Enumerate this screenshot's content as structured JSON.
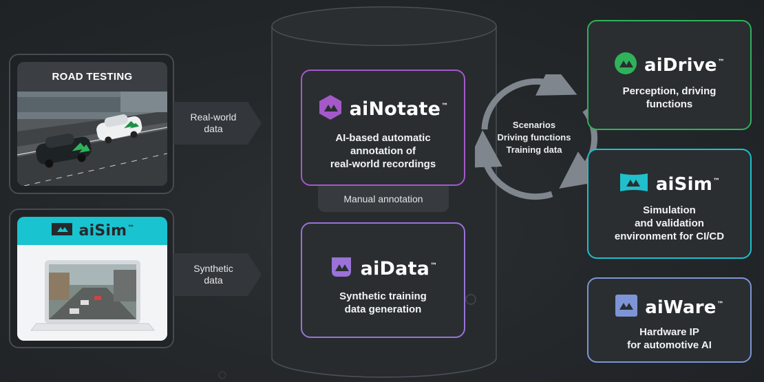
{
  "road_testing": {
    "title": "ROAD TESTING"
  },
  "aisim_left": {
    "brand": "aiSim",
    "tm": "™"
  },
  "arrows": {
    "real_world": "Real-world\ndata",
    "synthetic": "Synthetic\ndata"
  },
  "ainotate": {
    "brand": "aiNotate",
    "tm": "™",
    "description": "AI-based automatic\nannotation of\nreal-world recordings"
  },
  "manual_annotation": "Manual annotation",
  "aidata": {
    "brand": "aiData",
    "tm": "™",
    "description": "Synthetic training\ndata generation"
  },
  "cycle": {
    "line1": "Scenarios",
    "line2": "Driving functions",
    "line3": "Training data"
  },
  "aidrive": {
    "brand": "aiDrive",
    "tm": "™",
    "description": "Perception, driving\nfunctions"
  },
  "aisim_right": {
    "brand": "aiSim",
    "tm": "™",
    "description": "Simulation\nand validation\nenvironment for CI/CD"
  },
  "aiware": {
    "brand": "aiWare",
    "tm": "™",
    "description": "Hardware IP\nfor automotive AI"
  },
  "colors": {
    "aidrive": "#2fb25a",
    "aisim": "#1fbfcc",
    "ainotate": "#a459c9",
    "aidata": "#9a72d8",
    "aiware": "#7d95d6"
  }
}
